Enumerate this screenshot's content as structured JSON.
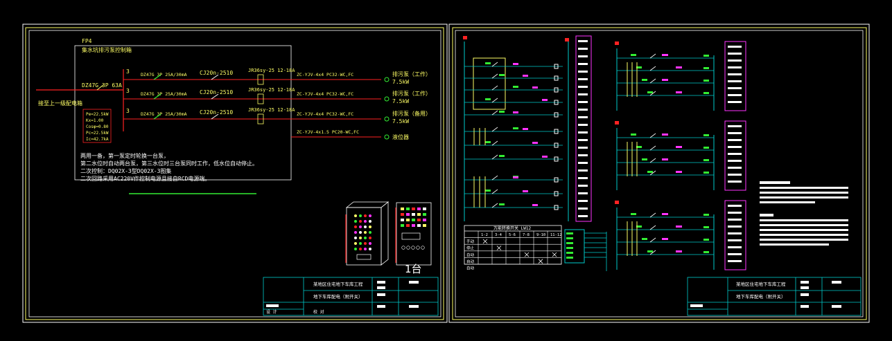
{
  "left_sheet": {
    "panel_id": "FP4",
    "panel_title": "集水坑排污泵控制箱",
    "incoming_label": "接至上一级配电箱",
    "main_breaker": "DZ47G 3P 63A",
    "param_block": [
      "Pe=22.5kW",
      "Kx=1.00",
      "Cosφ=0.80",
      "Pc=22.5kW",
      "Ic=42.7kA"
    ],
    "phase_labels": [
      "3",
      "3",
      "3"
    ],
    "branch_breakers": [
      "DZ47G 3P 25A/30mA",
      "DZ47G 3P 25A/30mA",
      "DZ47G 3P 25A/30mA"
    ],
    "contactors": [
      "CJ20n-2510",
      "CJ20n-2510",
      "CJ20n-2510"
    ],
    "relays": [
      "JR36sy-25 12-18A",
      "JR36sy-25 12-18A",
      "JR36sy-25 12-18A"
    ],
    "cables": [
      "ZC-YJV-4x4 PC32-WC,FC",
      "ZC-YJV-4x4 PC32-WC,FC",
      "ZC-YJV-4x4 PC32-WC,FC",
      "ZC-YJV-4x1.5 PC20-WC,FC"
    ],
    "loads": [
      {
        "name": "排污泵（工作）",
        "power": "7.5kW"
      },
      {
        "name": "排污泵（工作）",
        "power": "7.5kW"
      },
      {
        "name": "排污泵（备用）",
        "power": "7.5kW"
      },
      {
        "name": "液位器",
        "power": ""
      }
    ],
    "notes": [
      "两用一备，第一泵定时轮换一台泵，",
      "第二水位时自动两台泵，第三水位时三台泵同时工作，低水位自动停止。",
      "二次控制：DQ02X-3型DQ02X-3图集",
      "二次回路采用AC220V作控制电源且接自RCD电源端。"
    ],
    "unit_count": "1台",
    "title_block": {
      "project": "某地区住宅地下车库工程",
      "drawing": "地下车库配电（附开关）",
      "rows": [
        "设 计",
        "校 对"
      ]
    }
  },
  "right_sheet": {
    "switch_table_title": "万能转换开关 LW12",
    "switch_table_cols": [
      "1-2",
      "3-4",
      "5-6",
      "7-8",
      "9-10",
      "11-12"
    ],
    "switch_table_rows": [
      "手动",
      "停止",
      "自动",
      "自动",
      "自动"
    ],
    "switch_marks": [
      [
        1,
        0
      ],
      [
        2,
        1
      ],
      [
        3,
        3
      ],
      [
        3,
        5
      ],
      [
        4,
        4
      ]
    ],
    "title_block": {
      "project": "某地区住宅地下车库工程",
      "drawing": "地下车库配电（附开关）"
    }
  },
  "colors": {
    "frame_white": "#ffffff",
    "frame_yellow": "#ffff66",
    "wire_cyan": "#00cccc",
    "magenta": "#ff33ff",
    "green": "#33ee33",
    "red": "#ff2222",
    "yellow": "#ffff66"
  }
}
